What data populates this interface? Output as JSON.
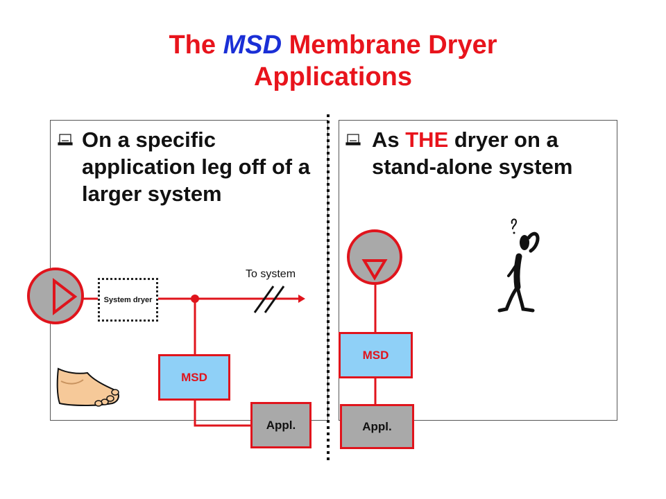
{
  "title": {
    "pre": "The ",
    "accent": "MSD",
    "post": " Membrane Dryer",
    "line2": "Applications"
  },
  "left": {
    "bullet": "On a specific application leg off of a larger system",
    "system_dryer": "System dryer",
    "to_system": "To system",
    "msd": "MSD",
    "appl": "Appl."
  },
  "right": {
    "bullet_pre": "As ",
    "bullet_hl": "THE",
    "bullet_post": " dryer on a stand-alone system",
    "msd": "MSD",
    "appl": "Appl."
  },
  "colors": {
    "title": "#e8141c",
    "accent": "#1a2fd6",
    "line": "#e0141c",
    "msd_fill": "#8fd0f7",
    "appl_fill": "#a9a9a9"
  },
  "icons": [
    "bullet-icon",
    "foot-icon",
    "confused-person-icon",
    "compressor-icon"
  ]
}
